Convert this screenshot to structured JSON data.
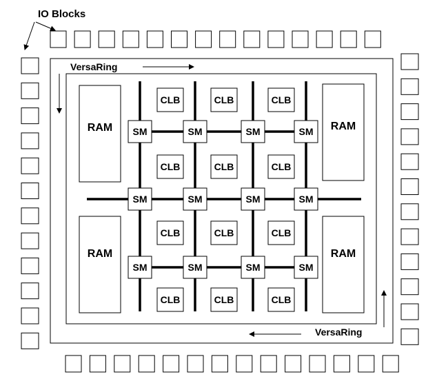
{
  "io_label": "IO Blocks",
  "versaring_top": "VersaRing",
  "versaring_bottom": "VersaRing",
  "ram_label": "RAM",
  "sm_label": "SM",
  "clb_label": "CLB",
  "colors": {
    "stroke": "#000000",
    "fill": "#ffffff"
  }
}
